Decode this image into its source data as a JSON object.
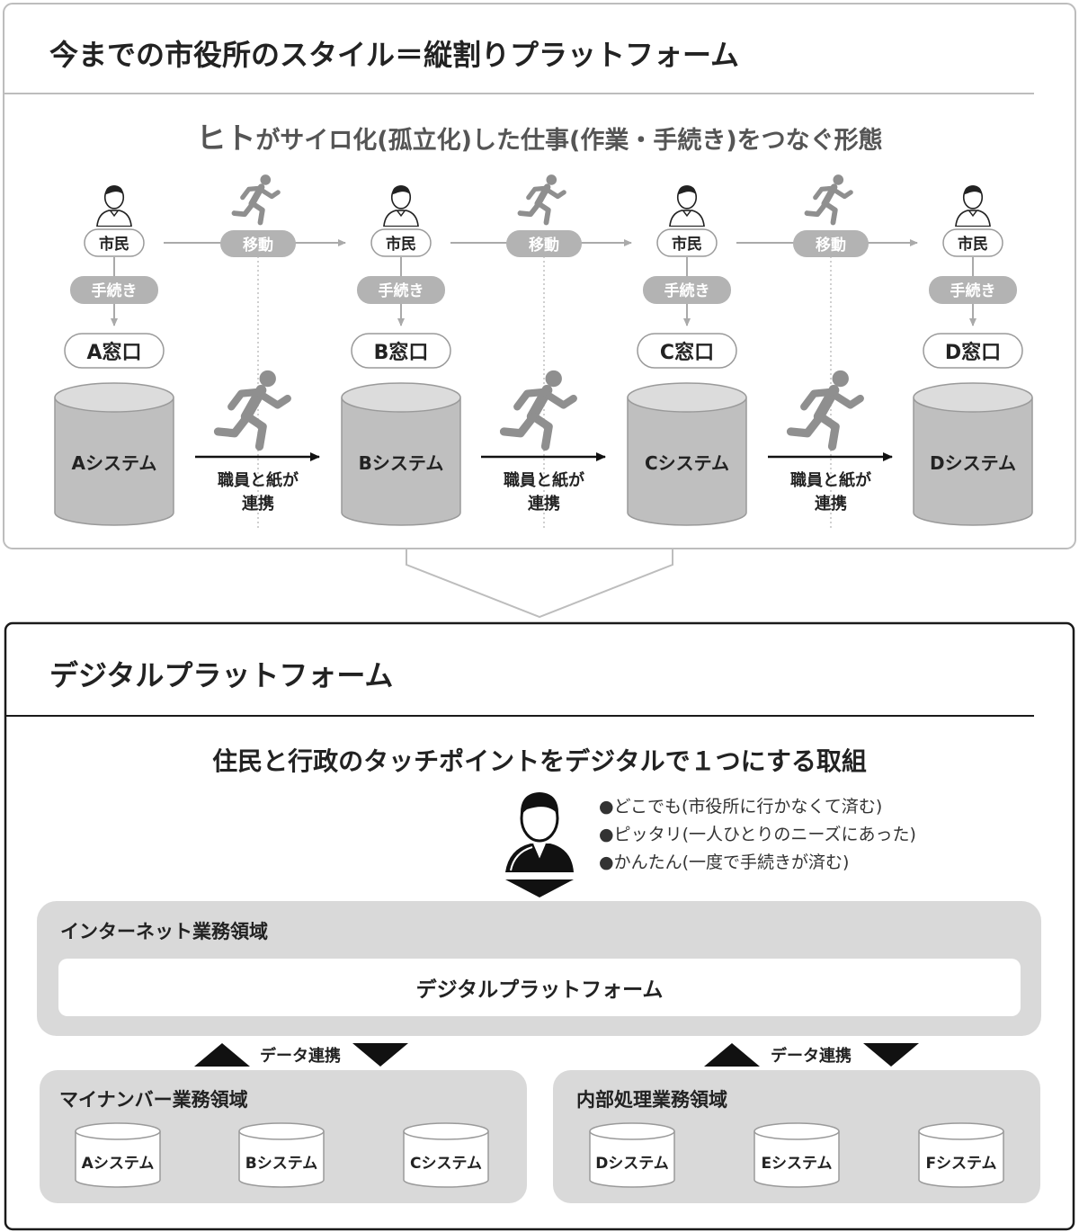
{
  "top": {
    "title": "今までの市役所のスタイル＝縦割りプラットフォーム",
    "subtitle_bold": "ヒト",
    "subtitle_rest": "がサイロ化(孤立化)した仕事(作業・手続き)をつなぐ形態",
    "citizen_label": "市民",
    "procedure_label": "手続き",
    "move_label": "移動",
    "link_line1": "職員と紙が",
    "link_line2": "連携",
    "columns": [
      {
        "window": "A窓口",
        "system": "Aシステム"
      },
      {
        "window": "B窓口",
        "system": "Bシステム"
      },
      {
        "window": "C窓口",
        "system": "Cシステム"
      },
      {
        "window": "D窓口",
        "system": "Dシステム"
      }
    ]
  },
  "bottom": {
    "title": "デジタルプラットフォーム",
    "subtitle": "住民と行政のタッチポイントをデジタルで１つにする取組",
    "bullets": [
      "●どこでも(市役所に行かなくて済む)",
      "●ピッタリ(一人ひとりのニーズにあった)",
      "●かんたん(一度で手続きが済む)"
    ],
    "internet_domain": "インターネット業務領域",
    "platform_label": "デジタルプラットフォーム",
    "data_link_label": "データ連携",
    "mynumber_domain": {
      "title": "マイナンバー業務領域",
      "systems": [
        "Aシステム",
        "Bシステム",
        "Cシステム"
      ]
    },
    "internal_domain": {
      "title": "内部処理業務領域",
      "systems": [
        "Dシステム",
        "Eシステム",
        "Fシステム"
      ]
    }
  },
  "colors": {
    "frame_border": "#bdbdbd",
    "dark_border": "#1a1a1a",
    "gray_fill": "#bfbfbf",
    "pill_gray": "#b3b3b3",
    "panel_gray": "#d9d9d9",
    "text": "#222222"
  },
  "icons": [
    "person-icon",
    "runner-icon",
    "database-icon",
    "arrow-icon"
  ]
}
